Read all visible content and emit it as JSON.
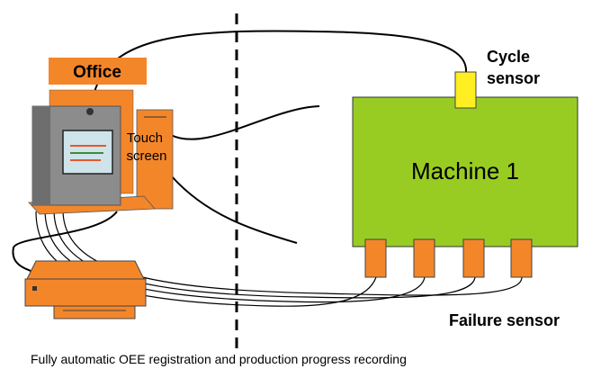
{
  "labels": {
    "office": "Office",
    "touch_screen": "Touch\nscreen",
    "machine": "Machine 1",
    "cycle_sensor": "Cycle\nsensor",
    "failure_sensor": "Failure sensor",
    "caption": "Fully automatic OEE registration and production progress recording"
  },
  "colors": {
    "office_orange": "#f4862a",
    "machine_green": "#99cc22",
    "cycle_sensor_yellow": "#ffee22",
    "failure_sensor_orange": "#f4862a",
    "wire": "#000000",
    "divider": "#000000"
  },
  "failure_sensors": [
    "s1",
    "s2",
    "s3",
    "s4"
  ]
}
